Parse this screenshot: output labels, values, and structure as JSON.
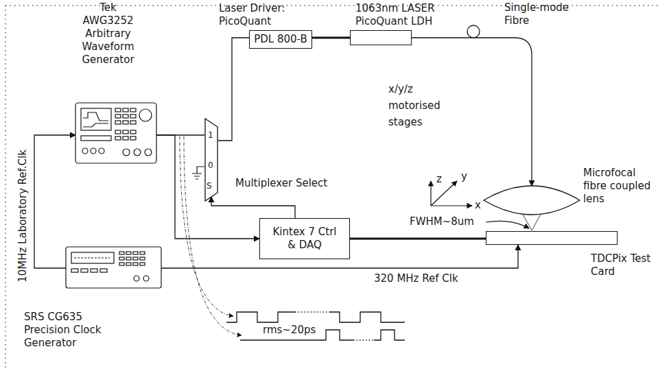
{
  "diagram": {
    "nodes": [
      {
        "text": [
          "Tek AWG3252 Arbitrary Waveform Generator"
        ]
      },
      {
        "text": [
          "1",
          "0",
          "S"
        ]
      },
      {
        "text": [
          "Laser Driver: PicoQuant",
          "PDL 800-B"
        ]
      },
      {
        "text": [
          "1063nm LASER PicoQuant LDH"
        ]
      },
      {
        "text": [
          "Kintex 7 Ctrl & DAQ"
        ]
      },
      {
        "text": [
          "SRS CG635 Precision Clock Generator"
        ]
      },
      {
        "text": [
          "Microfocal fibre coupled lens"
        ]
      },
      {
        "text": [
          "TDCPix Test Card"
        ]
      }
    ],
    "edges": [
      {
        "from": 0,
        "to": 1,
        "arrow": "none"
      },
      {
        "from": 1,
        "to": 2,
        "arrow": "none"
      },
      {
        "from": 2,
        "to": 3,
        "arrow": "none"
      },
      {
        "from": 3,
        "to": 6,
        "label": "Single-mode Fibre",
        "arrow": "to"
      },
      {
        "from": 0,
        "to": 4,
        "arrow": "to"
      },
      {
        "from": 4,
        "to": 1,
        "label": "Multiplexer Select",
        "arrow": "to"
      },
      {
        "from": 4,
        "to": 7,
        "arrow": "none"
      },
      {
        "from": 5,
        "to": 7,
        "label": "320 MHz Ref Clk",
        "arrow": "to"
      },
      {
        "from": 5,
        "to": 0,
        "label": "10MHz Laboratory Ref.Clk",
        "arrow": "to"
      }
    ],
    "labels": [
      "x/y/z motorised stages",
      "z",
      "y",
      "x",
      "FWHM~8um",
      "rms~20ps"
    ]
  }
}
